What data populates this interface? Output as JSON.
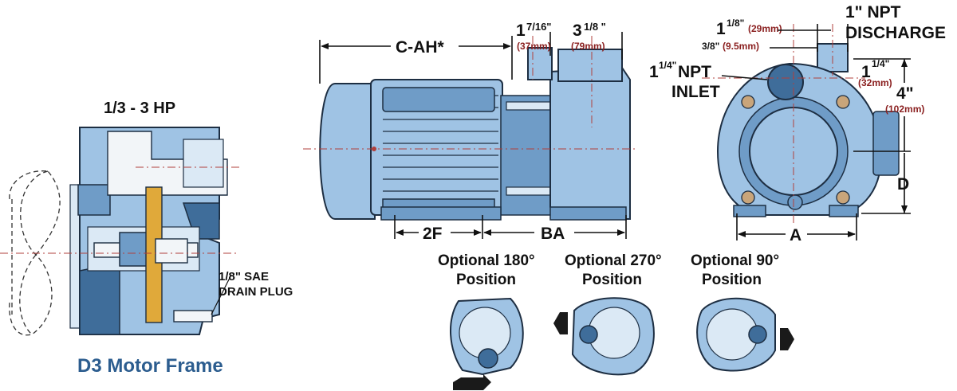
{
  "motor_frame": {
    "hp_label": "1/3 - 3 HP",
    "drain_label_1": "1/8\" SAE",
    "drain_label_2": "DRAIN PLUG",
    "title": "D3 Motor Frame"
  },
  "side_view": {
    "c_ah": "C-AH*",
    "dim_7_16_main": "1",
    "dim_7_16_frac": "7/16\"",
    "dim_7_16_mm": "(37mm)",
    "dim_3_1_8_main": "3",
    "dim_3_1_8_frac": "1/8 \"",
    "dim_3_1_8_mm": "(79mm)",
    "two_f": "2F",
    "ba": "BA"
  },
  "front_view": {
    "discharge_1": "1\" NPT",
    "discharge_2": "DISCHARGE",
    "dim_1_1_8_main": "1",
    "dim_1_1_8_frac": "1/8\"",
    "dim_1_1_8_mm": "(29mm)",
    "dim_3_8": "3/8\"",
    "dim_3_8_mm": "(9.5mm)",
    "inlet_main": "1",
    "inlet_frac": "1/4\"",
    "inlet_npt": " NPT",
    "inlet_word": "INLET",
    "dim_1_1_4_main": "1",
    "dim_1_1_4_frac": "1/4\"",
    "dim_1_1_4_mm": "(32mm)",
    "dim_4": "4\"",
    "dim_4_mm": "(102mm)",
    "d": "D",
    "a": "A"
  },
  "optional_positions": [
    {
      "line1": "Optional 180°",
      "line2": "Position"
    },
    {
      "line1": "Optional 270°",
      "line2": "Position"
    },
    {
      "line1": "Optional 90°",
      "line2": "Position"
    }
  ],
  "colors": {
    "pump_body": "#9fc3e4",
    "outline": "#1d2e42",
    "dimension_mm_text": "#8a1f1f",
    "title_blue": "#2c5d8f",
    "centerline": "#b0403c"
  }
}
